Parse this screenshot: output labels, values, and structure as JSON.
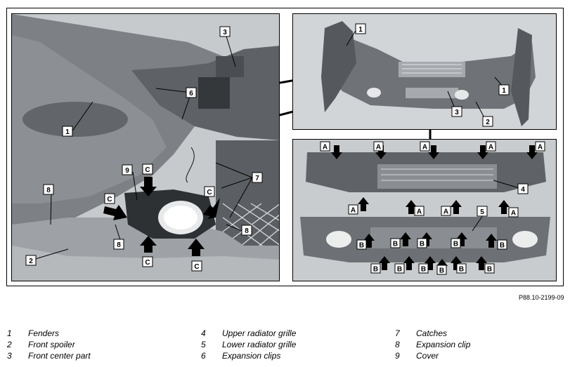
{
  "figure_ref": "P88.10-2199-09",
  "callouts_left": [
    {
      "id": "c1",
      "text": "1"
    },
    {
      "id": "c2",
      "text": "2"
    },
    {
      "id": "c3",
      "text": "3"
    },
    {
      "id": "c6",
      "text": "6"
    },
    {
      "id": "c7",
      "text": "7"
    },
    {
      "id": "c8a",
      "text": "8"
    },
    {
      "id": "c8b",
      "text": "8"
    },
    {
      "id": "c8c",
      "text": "8"
    },
    {
      "id": "c9",
      "text": "9"
    }
  ],
  "arrow_letters": {
    "A": "A",
    "B": "B",
    "C": "C"
  },
  "legend": [
    {
      "num": "1",
      "label": "Fenders"
    },
    {
      "num": "2",
      "label": "Front spoiler"
    },
    {
      "num": "3",
      "label": "Front center part"
    },
    {
      "num": "4",
      "label": "Upper radiator grille"
    },
    {
      "num": "5",
      "label": "Lower radiator grille"
    },
    {
      "num": "6",
      "label": "Expansion clips"
    },
    {
      "num": "7",
      "label": "Catches"
    },
    {
      "num": "8",
      "label": "Expansion clip"
    },
    {
      "num": "9",
      "label": "Cover"
    }
  ],
  "colors": {
    "panel_bg": "#cfd2d4",
    "part_dark": "#6b6f73",
    "part_mid": "#9a9ea2",
    "arrow": "#000000",
    "label_bg": "#ffffff"
  }
}
